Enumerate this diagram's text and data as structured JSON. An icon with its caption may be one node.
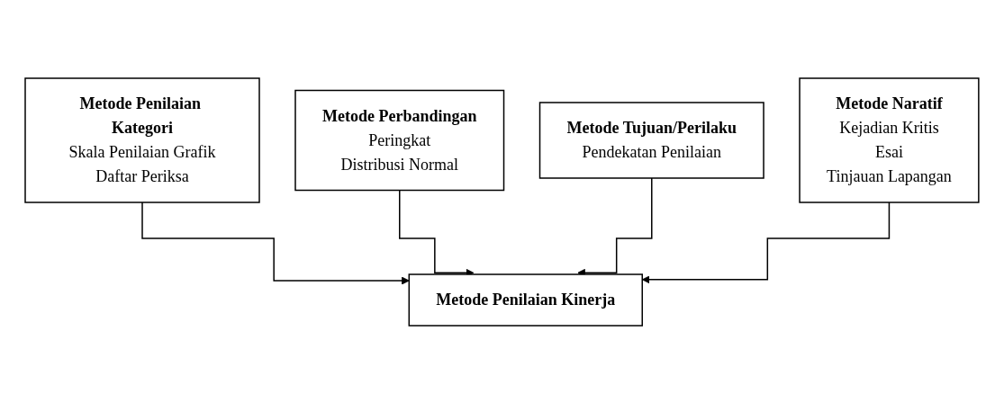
{
  "diagram": {
    "nodes": [
      {
        "text": [
          "Metode Penilaian Kategori",
          "Skala Penilaian Grafik",
          "Daftar Periksa"
        ]
      },
      {
        "text": [
          "Metode Perbandingan",
          "Peringkat",
          "Distribusi Normal"
        ]
      },
      {
        "text": [
          "Metode Penilaian Kinerja"
        ]
      },
      {
        "text": [
          "Metode Tujuan/Perilaku",
          "Pendekatan Penilaian"
        ]
      },
      {
        "text": [
          "Metode Naratif",
          "Kejadian Kritis",
          "Esai",
          "Tinjauan Lapangan"
        ]
      }
    ],
    "edges": [
      {
        "from": 0,
        "to": 2,
        "arrow": "to"
      },
      {
        "from": 1,
        "to": 2,
        "arrow": "to"
      },
      {
        "from": 3,
        "to": 2,
        "arrow": "to"
      },
      {
        "from": 4,
        "to": 2,
        "arrow": "to"
      }
    ]
  }
}
